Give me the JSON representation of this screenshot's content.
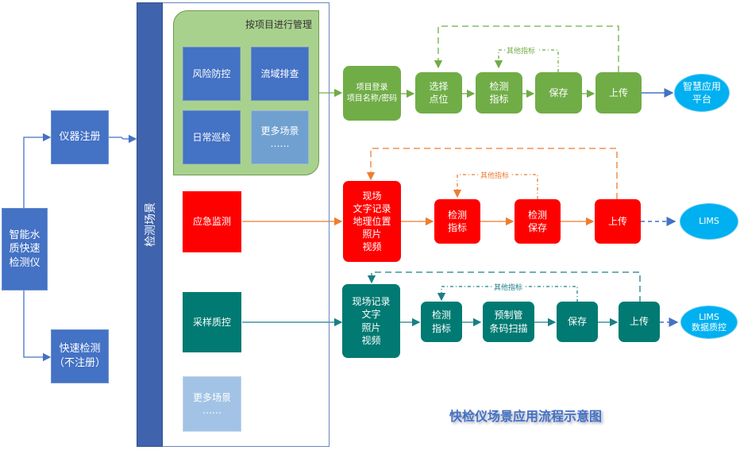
{
  "title": "快检仪场景应用流程示意图",
  "colors": {
    "blue": "#4472c4",
    "sidebar_blue": "#3f64ad",
    "green": "#70ad47",
    "red": "#ff0000",
    "orange": "#ed7d31",
    "teal": "#007a72",
    "cyan": "#00b0f0",
    "title_blue": "#4472c4"
  },
  "left": {
    "device": "智能水\n质快速\n检测仪",
    "register": "仪器注册",
    "quick_test": "快速检测\n（不注册）"
  },
  "scene_bar_label": "检测场景",
  "project_group": {
    "title": "按项目进行管理",
    "items": [
      "风险防控",
      "流域排查",
      "日常巡检",
      "更多场景\n……"
    ]
  },
  "scenes": {
    "emergency": "应急监测",
    "sampling_qc": "采样质控",
    "more": "更多场景\n……"
  },
  "flow_green": {
    "steps": [
      "项目登录\n项目名称/密码",
      "选择\n点位",
      "检测\n指标",
      "保存",
      "上传"
    ],
    "loop_label": "其他指标",
    "target": "智慧应用\n平台"
  },
  "flow_red": {
    "steps": [
      "现场\n文字记录\n地理位置\n照片\n视频",
      "检测\n指标",
      "检测\n保存",
      "上传"
    ],
    "loop_label": "其他指标",
    "target": "LIMS"
  },
  "flow_teal": {
    "steps": [
      "现场记录\n文字\n照片\n视频",
      "检测\n指标",
      "预制管\n条码扫描",
      "保存",
      "上传"
    ],
    "loop_label": "其他指标",
    "target": "LIMS\n数据质控"
  }
}
